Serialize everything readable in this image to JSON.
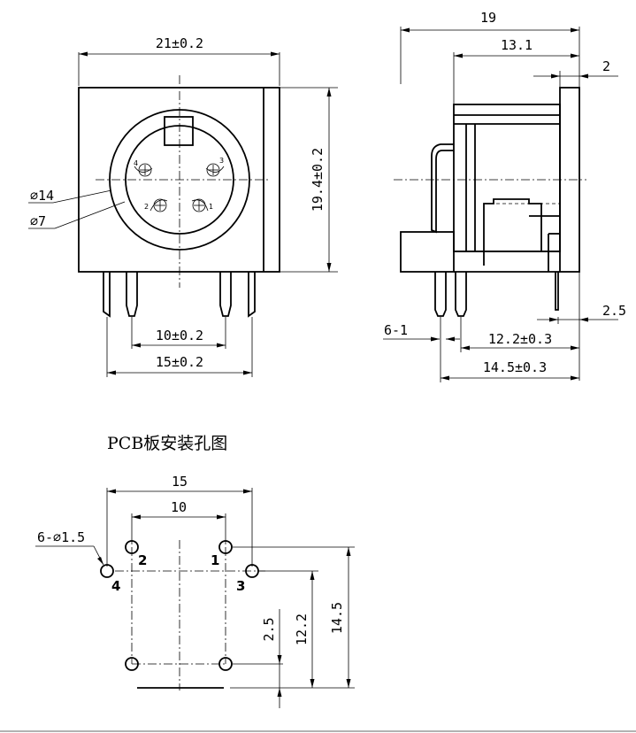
{
  "front_view": {
    "width_dim": "21±0.2",
    "height_dim": "19.4±0.2",
    "outer_dia": "⌀14",
    "inner_dia": "⌀7",
    "pitch_inner": "10±0.2",
    "pitch_outer": "15±0.2",
    "pin_labels": [
      "4",
      "3",
      "2",
      "1"
    ]
  },
  "side_view": {
    "total_depth": "19",
    "body_depth": "13.1",
    "flange": "2",
    "pin_offset": "2.5",
    "pin_spec": "6-1",
    "pin_row1": "12.2±0.3",
    "pin_row2": "14.5±0.3"
  },
  "pcb_layout": {
    "title": "PCB板安装孔图",
    "dim_15": "15",
    "dim_10": "10",
    "hole_spec": "6-⌀1.5",
    "dim_2_5": "2.5",
    "dim_12_2": "12.2",
    "dim_14_5": "14.5",
    "hole_labels": [
      "2",
      "1",
      "4",
      "3"
    ]
  }
}
